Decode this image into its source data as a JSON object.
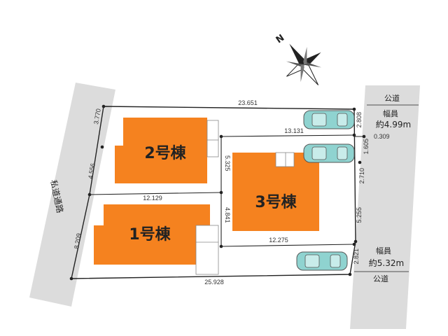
{
  "colors": {
    "building": "#f5821f",
    "road": "#dcdcdc",
    "car": "#8fd3d0",
    "line": "#222222",
    "background": "#ffffff"
  },
  "compass": {
    "label": "N",
    "icon": "compass-rose-icon"
  },
  "buildings": [
    {
      "id": "b1",
      "label": "1号棟"
    },
    {
      "id": "b2",
      "label": "2号棟"
    },
    {
      "id": "b3",
      "label": "3号棟"
    }
  ],
  "roads": {
    "east_north": {
      "label": "公道",
      "width_title": "幅員",
      "width_value": "約4.99m"
    },
    "east_south": {
      "label": "公道",
      "width_title": "幅員",
      "width_value": "約5.32m"
    },
    "west": {
      "label": "私道通路"
    }
  },
  "dimensions": {
    "top": "23.651",
    "upper_inner": "13.131",
    "mid_west": "12.129",
    "mid_east": "12.275",
    "bottom": "25.928",
    "west_upper": "3.770",
    "west_middle": "4.556",
    "west_lower": "8.209",
    "center_upper": "5.325",
    "center_lower": "4.841",
    "east_1": "2.808",
    "east_2": "0.309",
    "east_3": "1.605",
    "east_4": "2.710",
    "east_5": "5.255",
    "east_6": "2.821"
  },
  "parking": {
    "count": 3,
    "icon": "car-icon"
  }
}
